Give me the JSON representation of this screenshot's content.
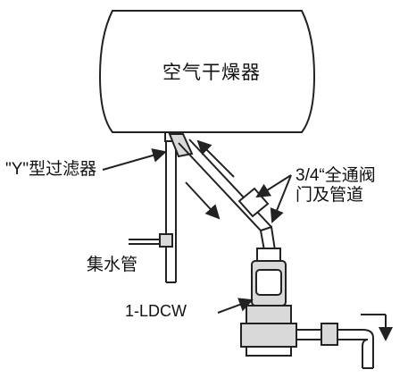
{
  "labels": {
    "tank": "空气干燥器",
    "y_filter": "\"Y\"型过滤器",
    "valve_line1": "3/4“全通阀",
    "valve_line2": "门及管道",
    "collector": "集水管",
    "model": "1-LDCW"
  },
  "icons": {
    "flow_arrows": "double-arrow-icon",
    "drain_arrow": "down-arrow-icon"
  },
  "colors": {
    "line": "#222222",
    "body_fill": "#d9d9d9",
    "background": "#ffffff"
  }
}
